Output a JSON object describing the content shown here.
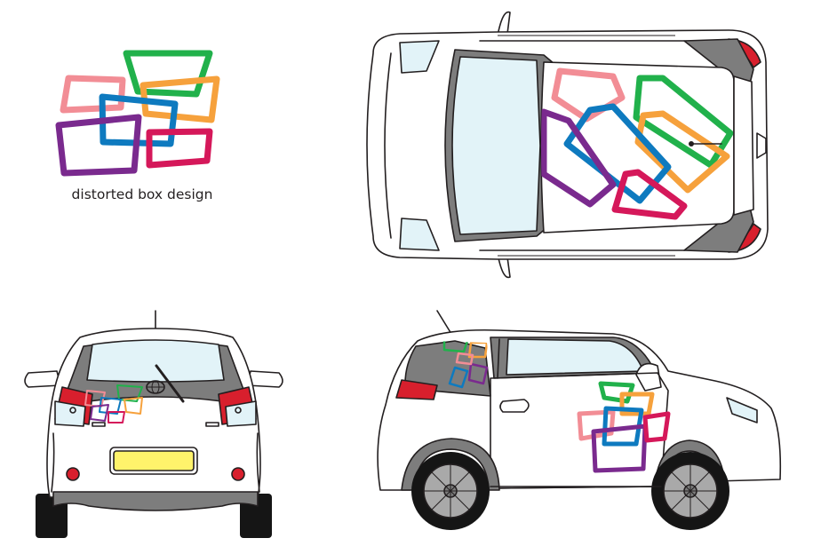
{
  "caption": "distorted box design",
  "palette": {
    "green": "#21b14b",
    "orange": "#f6a13c",
    "pink": "#f28d95",
    "blue": "#0e7abf",
    "purple": "#7a2a8e",
    "crimson": "#d5185a",
    "body": "#ffffff",
    "glass": "#e2f3f8",
    "trim": "#7d7d7d",
    "light_red": "#d81f2d",
    "plate": "#fff36b",
    "tyre": "#151515",
    "wheel": "#a9a9a9"
  },
  "views": [
    "logo",
    "top-view",
    "rear-view",
    "side-view"
  ]
}
